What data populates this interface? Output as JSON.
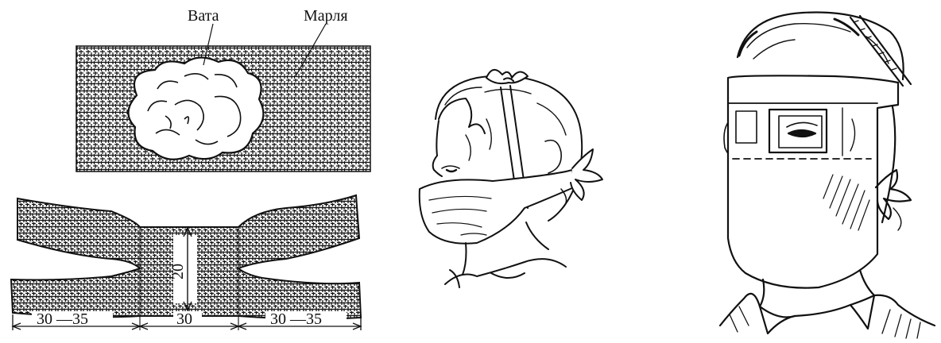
{
  "gauze_pad": {
    "label_cotton": "Вата",
    "label_gauze": "Марля"
  },
  "bandage": {
    "center_width": "20",
    "dim_left": "30 —35",
    "dim_center": "30",
    "dim_right": "30 —35"
  },
  "colors": {
    "ink": "#111111",
    "paper": "#ffffff"
  }
}
